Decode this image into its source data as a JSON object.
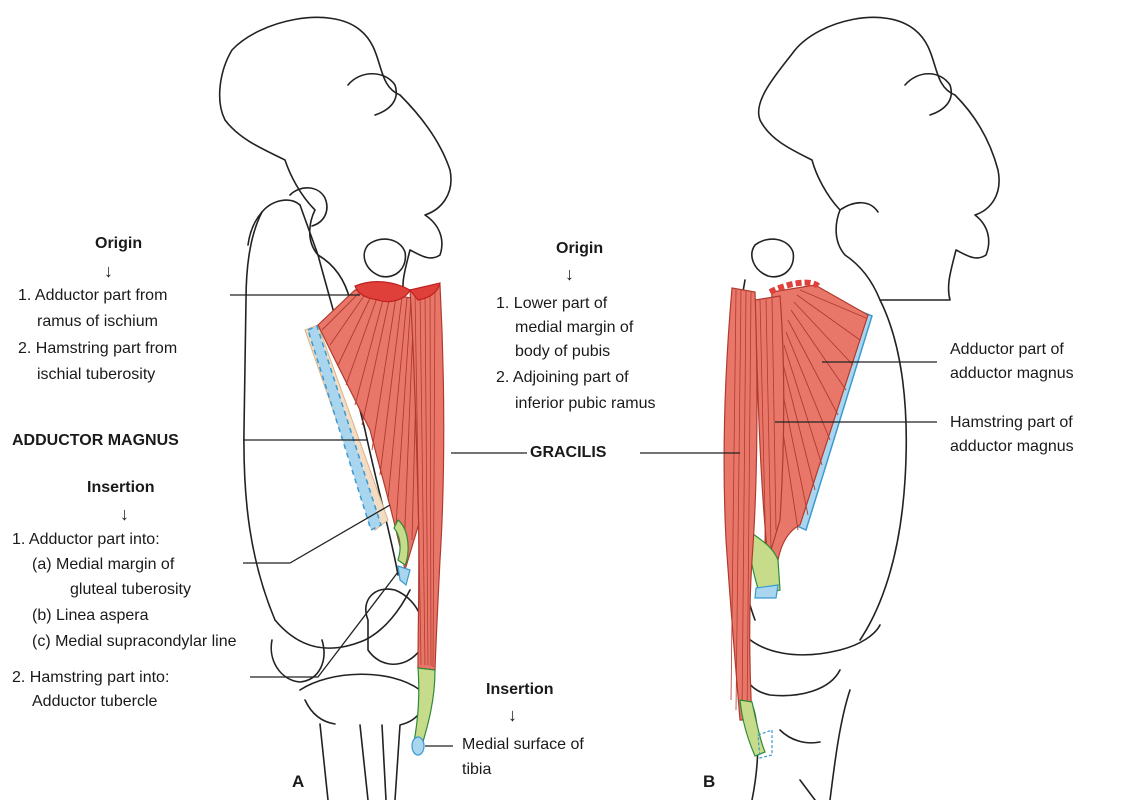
{
  "figure_a": {
    "panel_label": "A",
    "origin_heading": "Origin",
    "origin_items": [
      "1. Adductor part from",
      "ramus of ischium",
      "2. Hamstring part from",
      "ischial tuberosity"
    ],
    "muscle_label": "ADDUCTOR MAGNUS",
    "insertion_heading": "Insertion",
    "insertion_items": [
      "1. Adductor part into:",
      "(a) Medial margin of",
      "gluteal tuberosity",
      "(b) Linea aspera",
      "(c) Medial supracondylar line",
      "2. Hamstring part into:",
      "Adductor tubercle"
    ]
  },
  "center": {
    "origin_heading": "Origin",
    "origin_items": [
      "1. Lower part of",
      "medial margin of",
      "body of pubis",
      "2. Adjoining part of",
      "inferior pubic ramus"
    ],
    "gracilis_label": "GRACILIS",
    "insertion_heading": "Insertion",
    "insertion_items": [
      "Medial surface of",
      "tibia"
    ]
  },
  "figure_b": {
    "panel_label": "B",
    "labels": [
      "Adductor part of",
      "adductor magnus",
      "Hamstring part of",
      "adductor magnus"
    ]
  },
  "colors": {
    "muscle": "#e8776a",
    "muscle_line": "#b03a2e",
    "tendon": "#c6dc8a",
    "origin_red": "#e0403a",
    "insertion_blue": "#a9d6ee",
    "insertion_dash": "#3a9ad0",
    "aponeurosis": "#f3dcc4"
  },
  "icons": [
    "down-arrow-icon"
  ]
}
